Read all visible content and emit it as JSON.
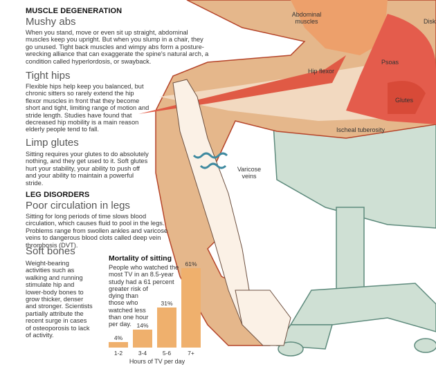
{
  "sections": [
    {
      "heading": "MUSCLE DEGENERATION",
      "items": [
        {
          "title": "Mushy abs",
          "body": "When you stand, move or even sit up straight, abdominal muscles keep you upright. But when you slump in a chair, they go unused. Tight back muscles and wimpy abs form a posture-wrecking alliance that can exaggerate the spine's natural arch, a condition called hyperlordosis, or swayback."
        },
        {
          "title": "Tight hips",
          "body": "Flexible hips help keep you balanced, but chronic sitters so rarely extend the hip flexor muscles in front that they become short and tight, limiting range of motion and stride length. Studies have found that decreased hip mobility is a main reason elderly people tend to fall."
        },
        {
          "title": "Limp glutes",
          "body": "Sitting requires your glutes to do absolutely nothing, and they get used to it. Soft glutes hurt your stability, your ability to push off and your ability to maintain a powerful stride."
        }
      ]
    },
    {
      "heading": "LEG DISORDERS",
      "items": [
        {
          "title": "Poor circulation in legs",
          "body": "Sitting for long periods of time slows blood circulation, which causes fluid to pool in the legs. Problems range from swollen ankles and varicose veins to dangerous blood clots called deep vein thrombosis (DVT)."
        },
        {
          "title": "Soft bones",
          "body": "Weight-bearing activities such as walking and running stimulate hip and lower-body bones to grow thicker, denser and stronger. Scientists partially attribute the recent surge in cases of osteoporosis to lack of activity."
        }
      ]
    }
  ],
  "labels": {
    "abdominal": "Abdominal muscles",
    "disks": "Disks",
    "hip_flexor": "Hip flexor",
    "psoas": "Psoas",
    "glutes": "Glutes",
    "ischeal": "Ischeal tuberosity",
    "varicose": "Varicose veins"
  },
  "chart_data": {
    "type": "bar",
    "title": "Mortality of sitting",
    "description": "People who watched the most TV in an 8.5-year study had a 61 percent greater risk of dying than those who watched less than one hour per day.",
    "categories": [
      "1-2",
      "3-4",
      "5-6",
      "7+"
    ],
    "values": [
      4,
      14,
      31,
      61
    ],
    "value_labels": [
      "4%",
      "14%",
      "31%",
      "61%"
    ],
    "xlabel": "Hours of TV per day",
    "ylabel": "",
    "ylim": [
      0,
      61
    ],
    "color": "#efb06d"
  }
}
